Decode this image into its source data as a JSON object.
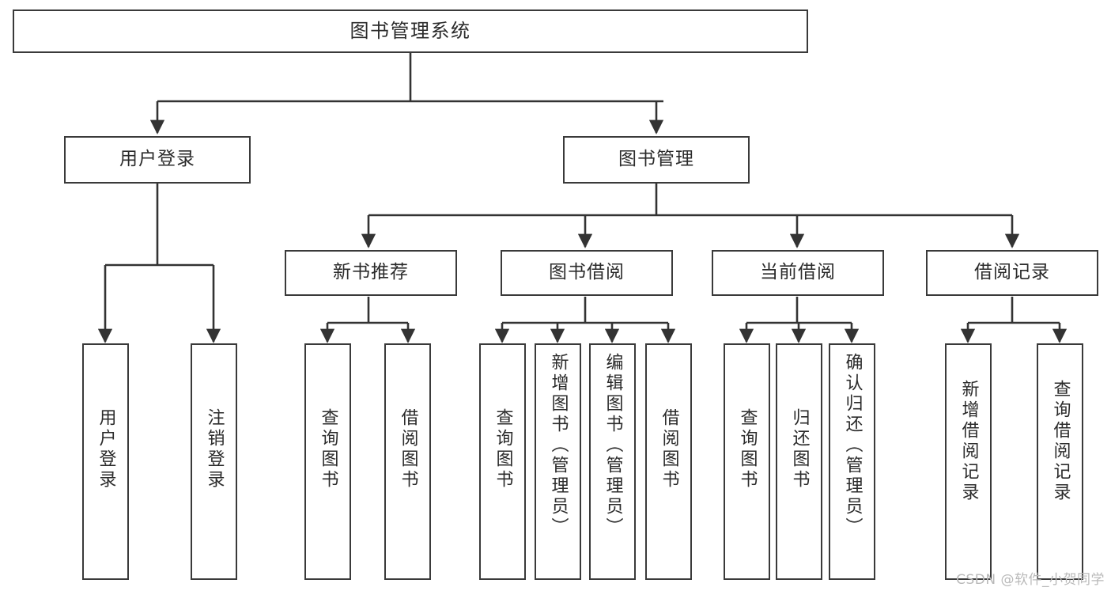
{
  "diagram": {
    "title": "图书管理系统",
    "type": "tree",
    "orientation": "top-down",
    "colors": {
      "box_border": "#3a3a3a",
      "box_fill": "#ffffff",
      "connector": "#333333",
      "text": "#2b2b2b",
      "watermark": "#b9b9b9",
      "background": "#ffffff"
    },
    "nodes": {
      "root": {
        "label": "图书管理系统"
      },
      "level2": [
        {
          "id": "user-login",
          "label": "用户登录"
        },
        {
          "id": "book-management",
          "label": "图书管理"
        }
      ],
      "level3": [
        {
          "id": "new-book-recommend",
          "label": "新书推荐"
        },
        {
          "id": "book-borrow",
          "label": "图书借阅"
        },
        {
          "id": "current-borrow",
          "label": "当前借阅"
        },
        {
          "id": "borrow-record",
          "label": "借阅记录"
        }
      ],
      "leaves": {
        "user_login": [
          {
            "id": "leaf-user-login",
            "label": "用户登录"
          },
          {
            "id": "leaf-logout",
            "label": "注销登录"
          }
        ],
        "new_book_recommend": [
          {
            "id": "leaf-query-book-1",
            "label": "查询图书"
          },
          {
            "id": "leaf-borrow-book-1",
            "label": "借阅图书"
          }
        ],
        "book_borrow": [
          {
            "id": "leaf-query-book-2",
            "label": "查询图书"
          },
          {
            "id": "leaf-add-book",
            "label": "新增图书（管理员）"
          },
          {
            "id": "leaf-edit-book",
            "label": "编辑图书（管理员）"
          },
          {
            "id": "leaf-borrow-book-2",
            "label": "借阅图书"
          }
        ],
        "current_borrow": [
          {
            "id": "leaf-query-book-3",
            "label": "查询图书"
          },
          {
            "id": "leaf-return-book",
            "label": "归还图书"
          },
          {
            "id": "leaf-confirm-return",
            "label": "确认归还（管理员）"
          }
        ],
        "borrow_record": [
          {
            "id": "leaf-add-record",
            "label": "新增借阅记录"
          },
          {
            "id": "leaf-query-record",
            "label": "查询借阅记录"
          }
        ]
      }
    },
    "watermark": "CSDN @软件_小贺同学"
  }
}
